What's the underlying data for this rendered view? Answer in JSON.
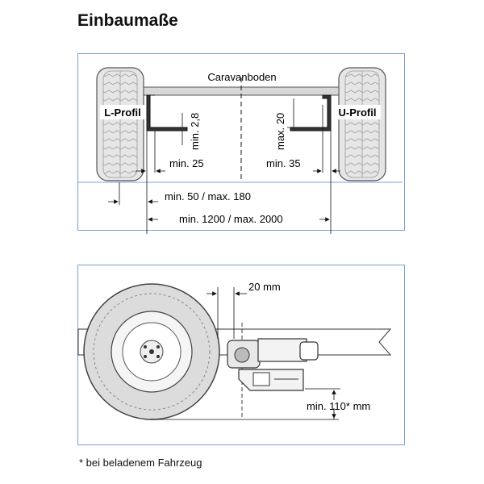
{
  "title": "Einbaumaße",
  "top_diagram": {
    "floor_label": "Caravanboden",
    "left_profile_label": "L-Profil",
    "right_profile_label": "U-Profil",
    "dim_min_2_8": "min. 2,8",
    "dim_max_20": "max. 20",
    "dim_min_25": "min. 25",
    "dim_min_35": "min. 35",
    "dim_min50_max180": "min. 50 / max. 180",
    "dim_min1200_max2000": "min. 1200 / max. 2000"
  },
  "bottom_diagram": {
    "dim_20mm": "20 mm",
    "dim_min110": "min. 110* mm"
  },
  "footnote": "* bei beladenem Fahrzeug",
  "colors": {
    "frame": "#7aa0d0",
    "tire": "#d0d0d0",
    "profile": "#333333"
  }
}
